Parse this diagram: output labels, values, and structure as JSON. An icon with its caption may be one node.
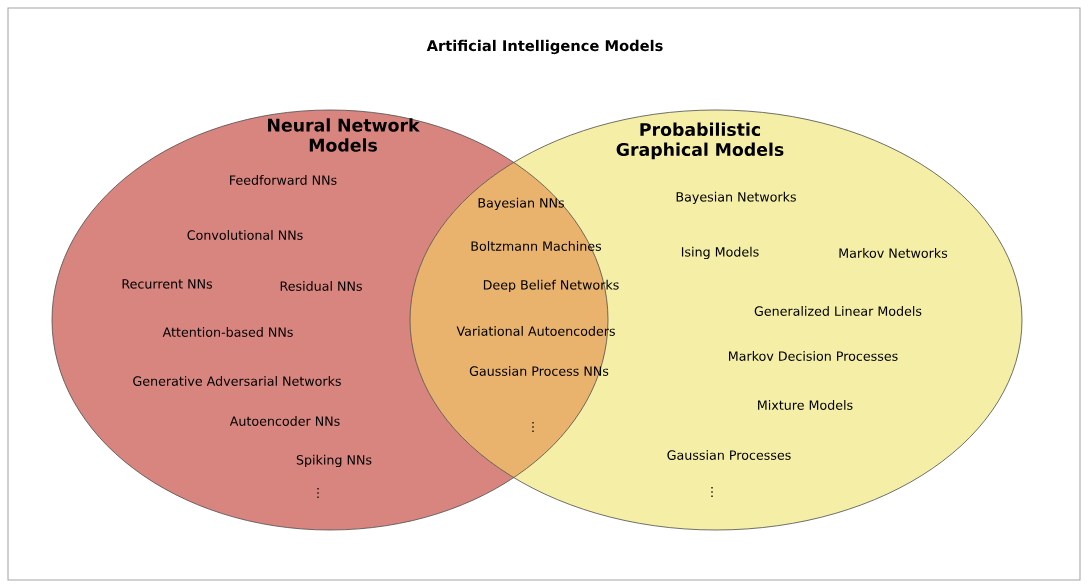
{
  "diagram": {
    "title": "Artificial Intelligence Models",
    "nodes": [
      {
        "text": [
          "Neural Network Models",
          "Feedforward NNs",
          "Convolutional NNs",
          "Recurrent NNs",
          "Residual NNs",
          "Attention-based NNs",
          "Generative Adversarial Networks",
          "Autoencoder NNs",
          "Spiking NNs",
          "⋮"
        ]
      },
      {
        "text": [
          "Probabilistic Graphical Models",
          "Bayesian Networks",
          "Ising Models",
          "Markov Networks",
          "Generalized Linear Models",
          "Markov Decision Processes",
          "Mixture Models",
          "Gaussian Processes",
          "⋮"
        ]
      }
    ],
    "labels": [
      "Bayesian NNs",
      "Boltzmann Machines",
      "Deep Belief Networks",
      "Variational Autoencoders",
      "Gaussian Process NNs",
      "⋮"
    ]
  }
}
